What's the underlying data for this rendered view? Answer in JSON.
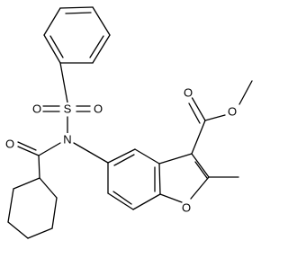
{
  "molecule": {
    "atom_labels": {
      "oxygen": "O",
      "sulfur": "S",
      "nitrogen": "N"
    },
    "colors": {
      "bond": "#000000",
      "label": "#000000",
      "background": "#ffffff"
    }
  }
}
